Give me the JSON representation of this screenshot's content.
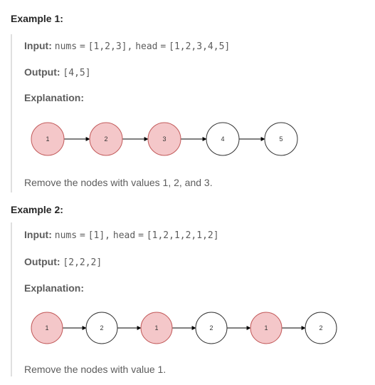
{
  "example1": {
    "title": "Example 1:",
    "input_label": "Input:",
    "input_parts": [
      "nums",
      "=",
      "[1,2,3],",
      "head",
      "=",
      "[1,2,3,4,5]"
    ],
    "output_label": "Output:",
    "output_value": "[4,5]",
    "explanation_label": "Explanation:",
    "nodes": [
      {
        "label": "1",
        "removed": true
      },
      {
        "label": "2",
        "removed": true
      },
      {
        "label": "3",
        "removed": true
      },
      {
        "label": "4",
        "removed": false
      },
      {
        "label": "5",
        "removed": false
      }
    ],
    "remove_text": "Remove the nodes with values 1, 2, and 3."
  },
  "example2": {
    "title": "Example 2:",
    "input_label": "Input:",
    "input_parts": [
      "nums",
      "=",
      "[1],",
      "head",
      "=",
      "[1,2,1,2,1,2]"
    ],
    "output_label": "Output:",
    "output_value": "[2,2,2]",
    "explanation_label": "Explanation:",
    "nodes": [
      {
        "label": "1",
        "removed": true
      },
      {
        "label": "2",
        "removed": false
      },
      {
        "label": "1",
        "removed": true
      },
      {
        "label": "2",
        "removed": false
      },
      {
        "label": "1",
        "removed": true
      },
      {
        "label": "2",
        "removed": false
      }
    ],
    "remove_text": "Remove the nodes with value 1."
  },
  "colors": {
    "removed_fill": "#f4c7c9",
    "removed_stroke": "#c25a5a",
    "kept_fill": "#ffffff",
    "kept_stroke": "#333333",
    "block_border": "#e0e0e0"
  }
}
